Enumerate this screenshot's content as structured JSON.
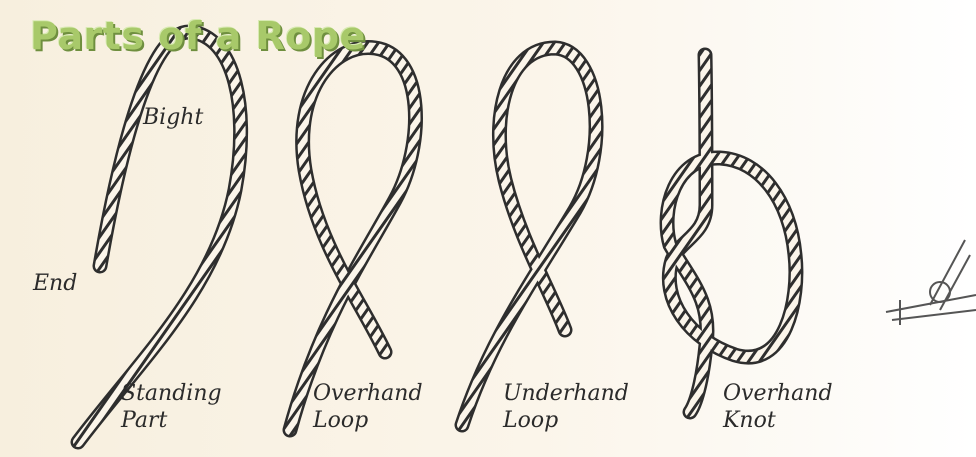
{
  "title": "Parts of a Rope",
  "labels": {
    "bight": "Bight",
    "end": "End",
    "standing_part_1": "Standing",
    "standing_part_2": "Part",
    "overhand_loop_1": "Overhand",
    "overhand_loop_2": "Loop",
    "underhand_loop_1": "Underhand",
    "underhand_loop_2": "Loop",
    "overhand_knot_1": "Overhand",
    "overhand_knot_2": "Knot"
  }
}
